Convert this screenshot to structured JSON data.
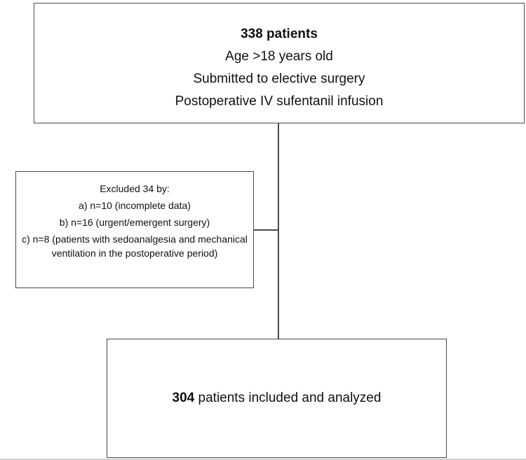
{
  "top_box": {
    "patients_label": "338 patients",
    "criteria": [
      "Age >18 years old",
      "Submitted to elective surgery",
      "Postoperative IV sufentanil infusion"
    ]
  },
  "excluded_box": {
    "title": "Excluded 34 by:",
    "reasons": [
      "a) n=10 (incomplete data)",
      "b) n=16 (urgent/emergent surgery)",
      "c) n=8 (patients with sedoanalgesia and mechanical ventilation in the postoperative period)"
    ]
  },
  "bottom_box": {
    "count": "304",
    "label": " patients included and analyzed"
  }
}
